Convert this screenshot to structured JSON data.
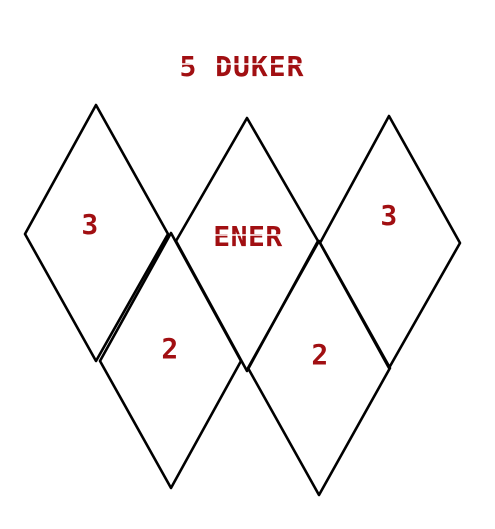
{
  "title": "5 DUKER",
  "colors": {
    "label": "#a10f12",
    "outline": "#000000",
    "background": "#ffffff"
  },
  "shapes": [
    {
      "id": "top-left",
      "label": "3"
    },
    {
      "id": "top-center",
      "label": "ENER"
    },
    {
      "id": "top-right",
      "label": "3"
    },
    {
      "id": "bottom-left",
      "label": "2"
    },
    {
      "id": "bottom-right",
      "label": "2"
    }
  ]
}
